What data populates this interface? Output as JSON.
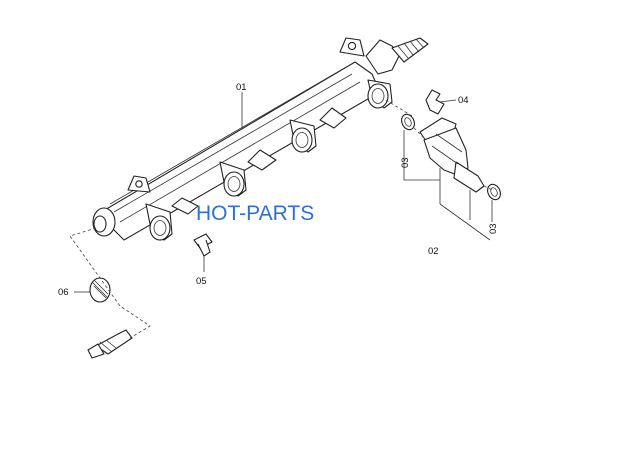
{
  "watermark": {
    "text": "HOT-PARTS",
    "color": "#2f6fd0"
  },
  "callouts": {
    "rail": "01",
    "injector": "02",
    "seal_upper": "03",
    "seal_lower": "03",
    "clip": "04",
    "bolt": "05",
    "sensor": "06"
  }
}
